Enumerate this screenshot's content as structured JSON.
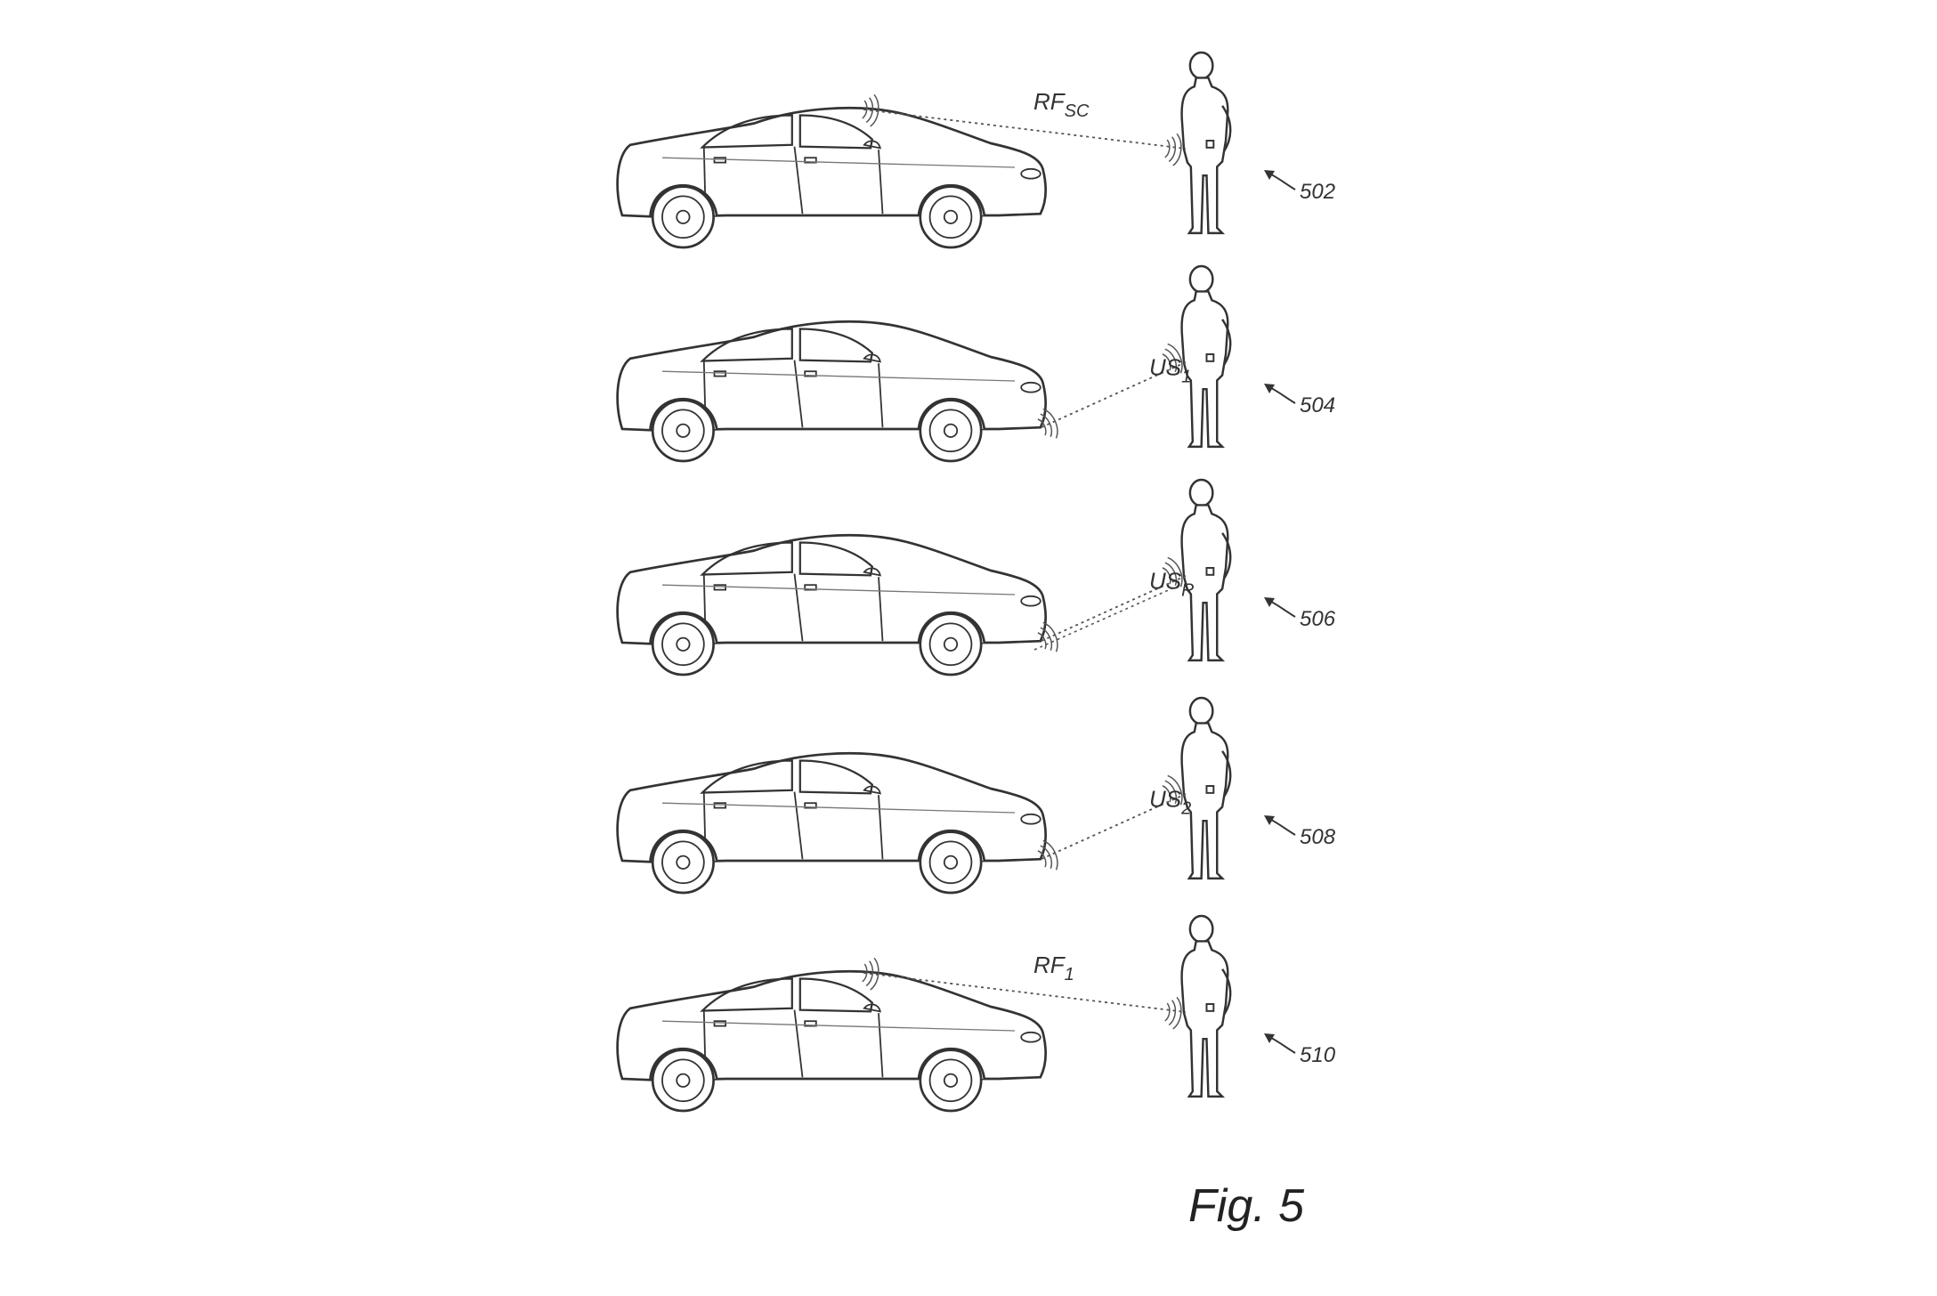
{
  "figure": {
    "caption": "Fig. 5",
    "panels": [
      {
        "ref": "502",
        "signal_main": "RF",
        "signal_sub": "SC",
        "source": "roof"
      },
      {
        "ref": "504",
        "signal_main": "US",
        "signal_sub": "1",
        "source": "front"
      },
      {
        "ref": "506",
        "signal_main": "US",
        "signal_sub": "R",
        "source": "front-return"
      },
      {
        "ref": "508",
        "signal_main": "US",
        "signal_sub": "2",
        "source": "front"
      },
      {
        "ref": "510",
        "signal_main": "RF",
        "signal_sub": "1",
        "source": "roof"
      }
    ]
  },
  "colors": {
    "line": "#333333",
    "signal": "#555555"
  }
}
